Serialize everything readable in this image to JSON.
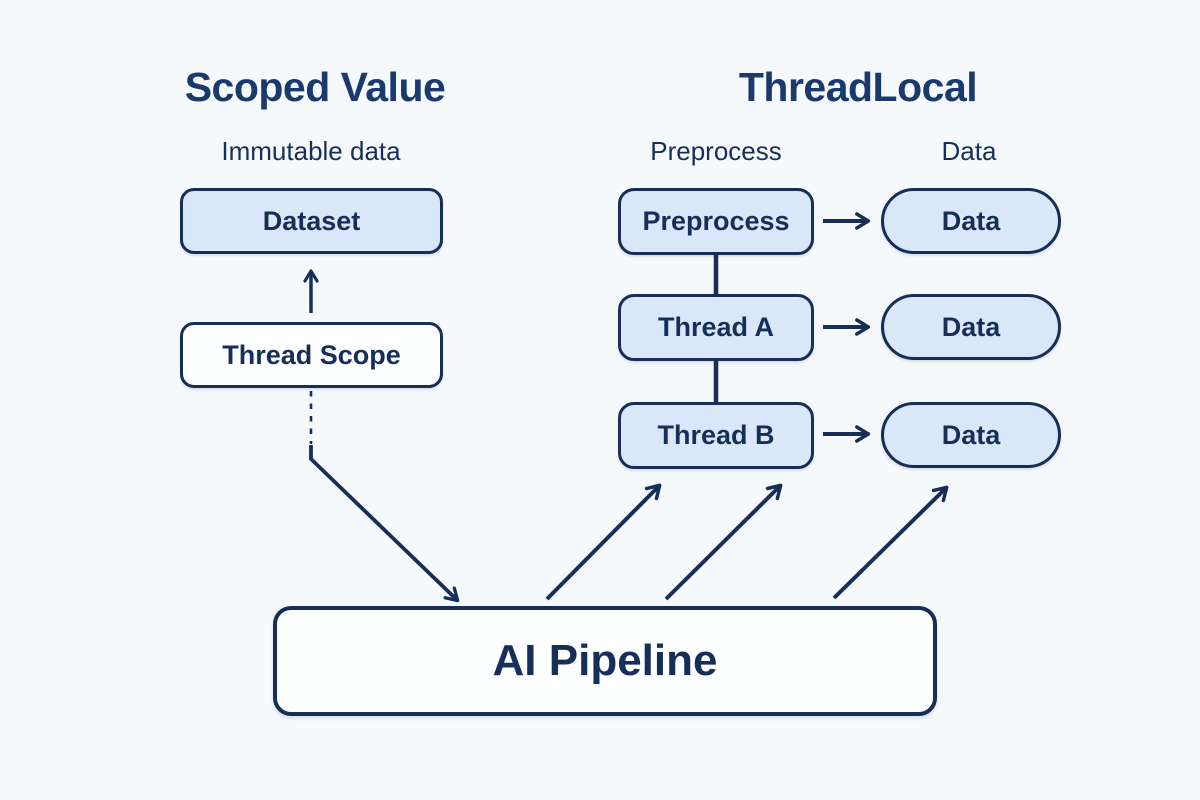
{
  "colors": {
    "background": "#f6f9fc",
    "navy": "#172f58",
    "title_navy": "#1a3a6e",
    "node_fill_blue": "#d9e7f8",
    "node_fill_white": "#fdfeff"
  },
  "left": {
    "title": "Scoped Value",
    "subtitle": "Immutable data",
    "dataset_label": "Dataset",
    "thread_scope_label": "Thread Scope"
  },
  "right": {
    "title": "ThreadLocal",
    "process_col_label": "Preprocess",
    "data_col_label": "Data",
    "rows": [
      {
        "box": "Preprocess",
        "pill": "Data"
      },
      {
        "box": "Thread A",
        "pill": "Data"
      },
      {
        "box": "Thread B",
        "pill": "Data"
      }
    ]
  },
  "bottom": {
    "pipeline_label": "AI Pipeline"
  }
}
